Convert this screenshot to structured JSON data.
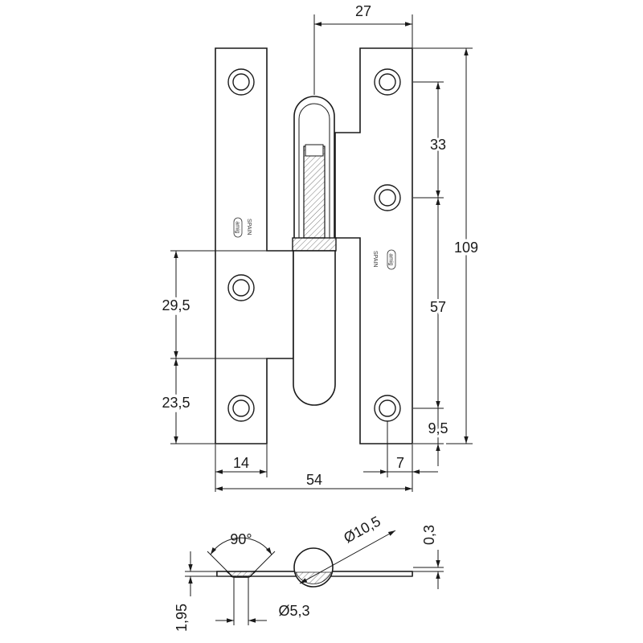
{
  "drawing": {
    "brand_mark": "amig",
    "country_mark": "SPAIN"
  },
  "dimensions": {
    "pin_offset": "27",
    "hole_spacing_top": "33",
    "overall_height": "109",
    "hole_spacing_right": "57",
    "bottom_offset_right": "9,5",
    "left_hole_spacing": "29,5",
    "left_bottom_offset": "23,5",
    "left_leaf_width": "14",
    "right_edge_offset": "7",
    "overall_width": "54",
    "countersink_angle": "90°",
    "knuckle_diameter": "Ø10,5",
    "plate_gap": "0,3",
    "plate_thickness": "1,95",
    "hole_diameter": "Ø5,3"
  }
}
